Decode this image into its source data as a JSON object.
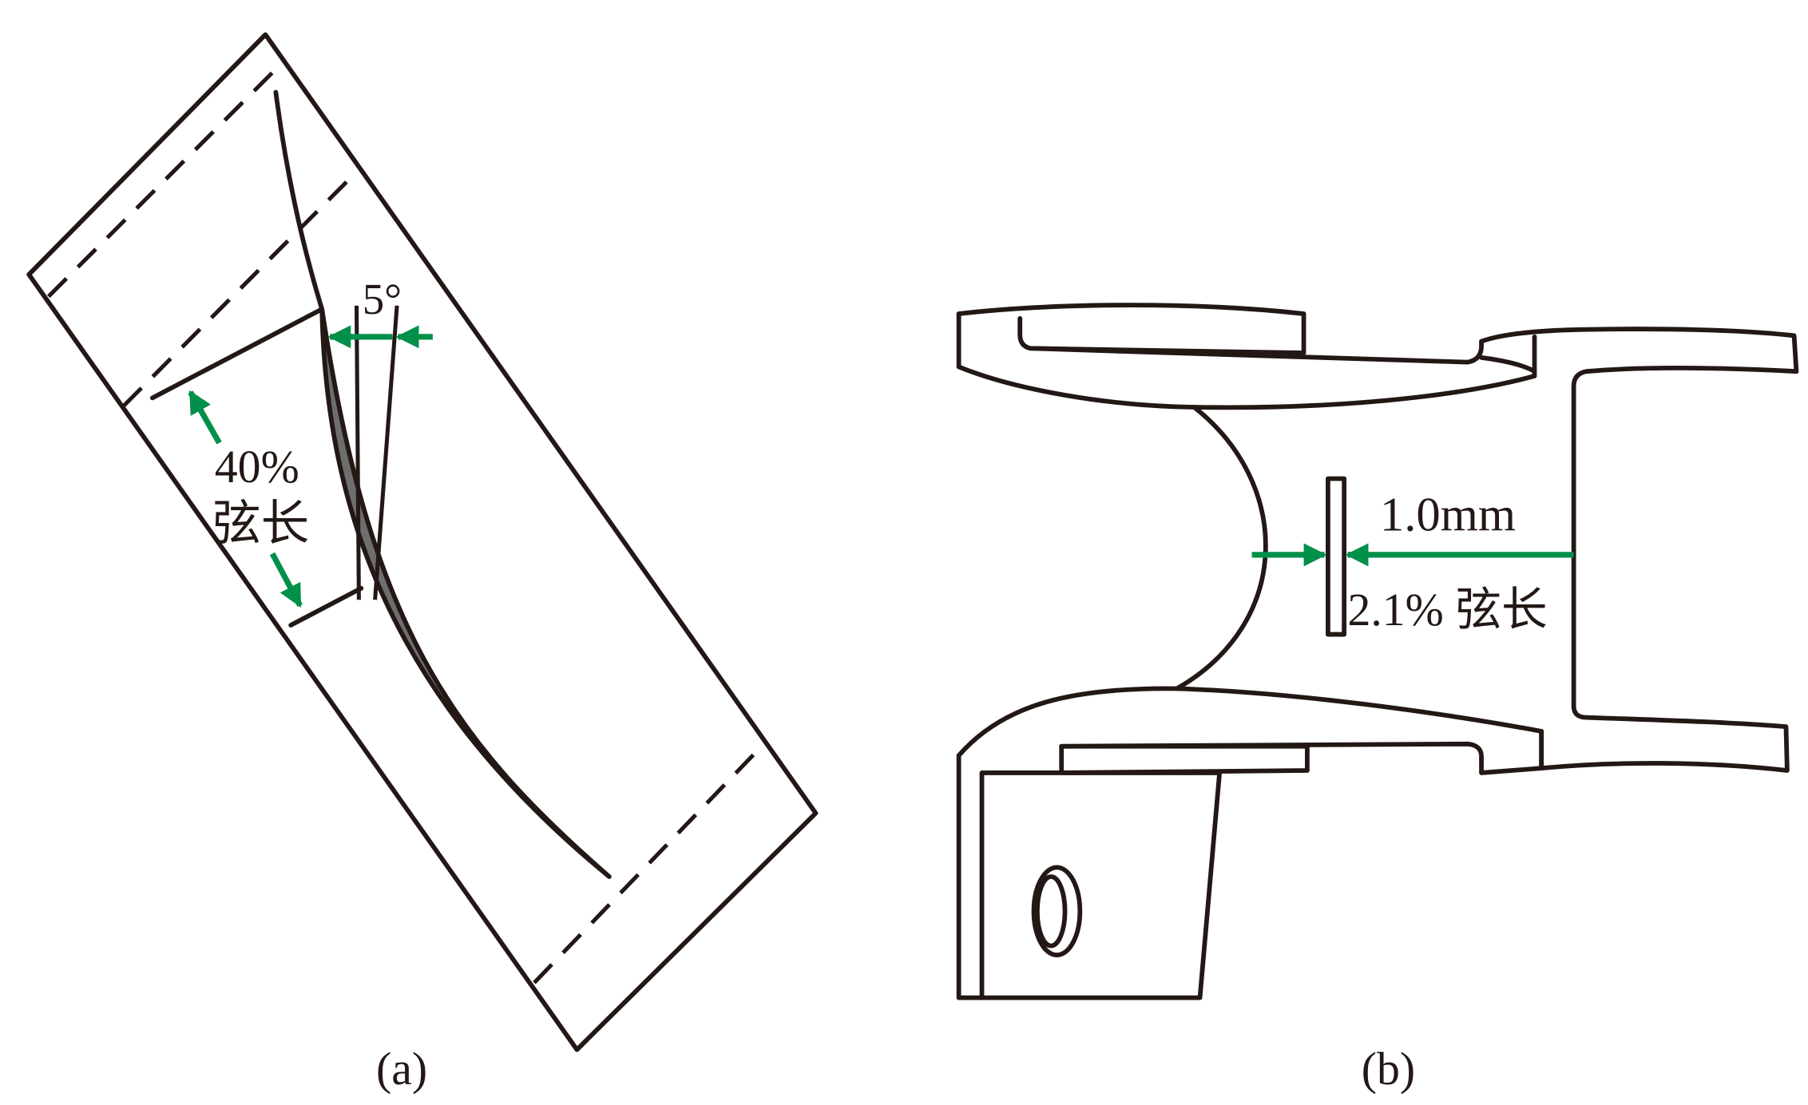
{
  "figure": {
    "panel_a": {
      "caption": "(a)",
      "angle_label": "5°",
      "chord_percent": "40%",
      "chord_word": "弦长"
    },
    "panel_b": {
      "caption": "(b)",
      "gap_label": "1.0mm",
      "chord_ratio_label": "2.1% 弦长"
    },
    "colors": {
      "line": "#231815",
      "arrow": "#00904a",
      "blade_fill": "#6e6e6e"
    }
  }
}
